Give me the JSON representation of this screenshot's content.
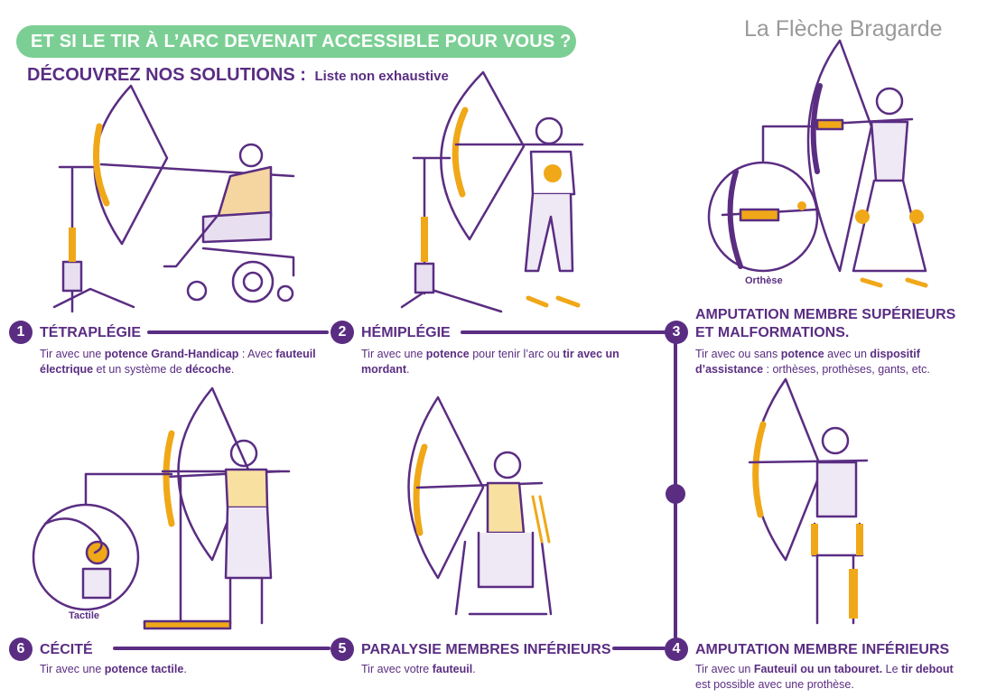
{
  "header": {
    "banner": "ET SI LE TIR À L’ARC DEVENAIT ACCESSIBLE POUR VOUS ?",
    "brand": "La Flèche Bragarde",
    "subtitle": "DÉCOUVREZ NOS SOLUTIONS :",
    "subtitle_small": "Liste non exhaustive"
  },
  "colors": {
    "purple": "#5a2d82",
    "orange": "#f0a818",
    "green": "#7ccf94"
  },
  "captions": {
    "orthese": "Orthèse",
    "tactile": "Tactile"
  },
  "items": [
    {
      "number": "1",
      "title": "TÉTRAPLÉGIE",
      "desc": [
        {
          "t": "Tir avec une "
        },
        {
          "t": "potence Grand-Handicap",
          "b": true
        },
        {
          "t": " : Avec "
        },
        {
          "t": "fauteuil électrique",
          "b": true
        },
        {
          "t": " et un système de "
        },
        {
          "t": "décoche",
          "b": true
        },
        {
          "t": "."
        }
      ]
    },
    {
      "number": "2",
      "title": "HÉMIPLÉGIE",
      "desc": [
        {
          "t": "Tir avec une "
        },
        {
          "t": "potence",
          "b": true
        },
        {
          "t": " pour tenir l’arc ou "
        },
        {
          "t": "tir avec un mordant",
          "b": true
        },
        {
          "t": "."
        }
      ]
    },
    {
      "number": "3",
      "title": "AMPUTATION MEMBRE SUPÉRIEURS",
      "title2": "ET MALFORMATIONS.",
      "desc": [
        {
          "t": "Tir avec ou sans "
        },
        {
          "t": "potence",
          "b": true
        },
        {
          "t": " avec un "
        },
        {
          "t": "dispositif d’assistance",
          "b": true
        },
        {
          "t": " : orthèses, prothèses, gants, etc."
        }
      ]
    },
    {
      "number": "4",
      "title": "AMPUTATION MEMBRE INFÉRIEURS",
      "desc": [
        {
          "t": "Tir avec un "
        },
        {
          "t": "Fauteuil ou un tabouret.",
          "b": true
        },
        {
          "t": " Le "
        },
        {
          "t": "tir debout",
          "b": true
        },
        {
          "t": " est possible avec une prothèse."
        }
      ]
    },
    {
      "number": "5",
      "title": "PARALYSIE MEMBRES INFÉRIEURS",
      "desc": [
        {
          "t": "Tir avec votre "
        },
        {
          "t": "fauteuil",
          "b": true
        },
        {
          "t": "."
        }
      ]
    },
    {
      "number": "6",
      "title": "CÉCITÉ",
      "desc": [
        {
          "t": "Tir avec une "
        },
        {
          "t": "potence tactile",
          "b": true
        },
        {
          "t": "."
        }
      ]
    }
  ]
}
